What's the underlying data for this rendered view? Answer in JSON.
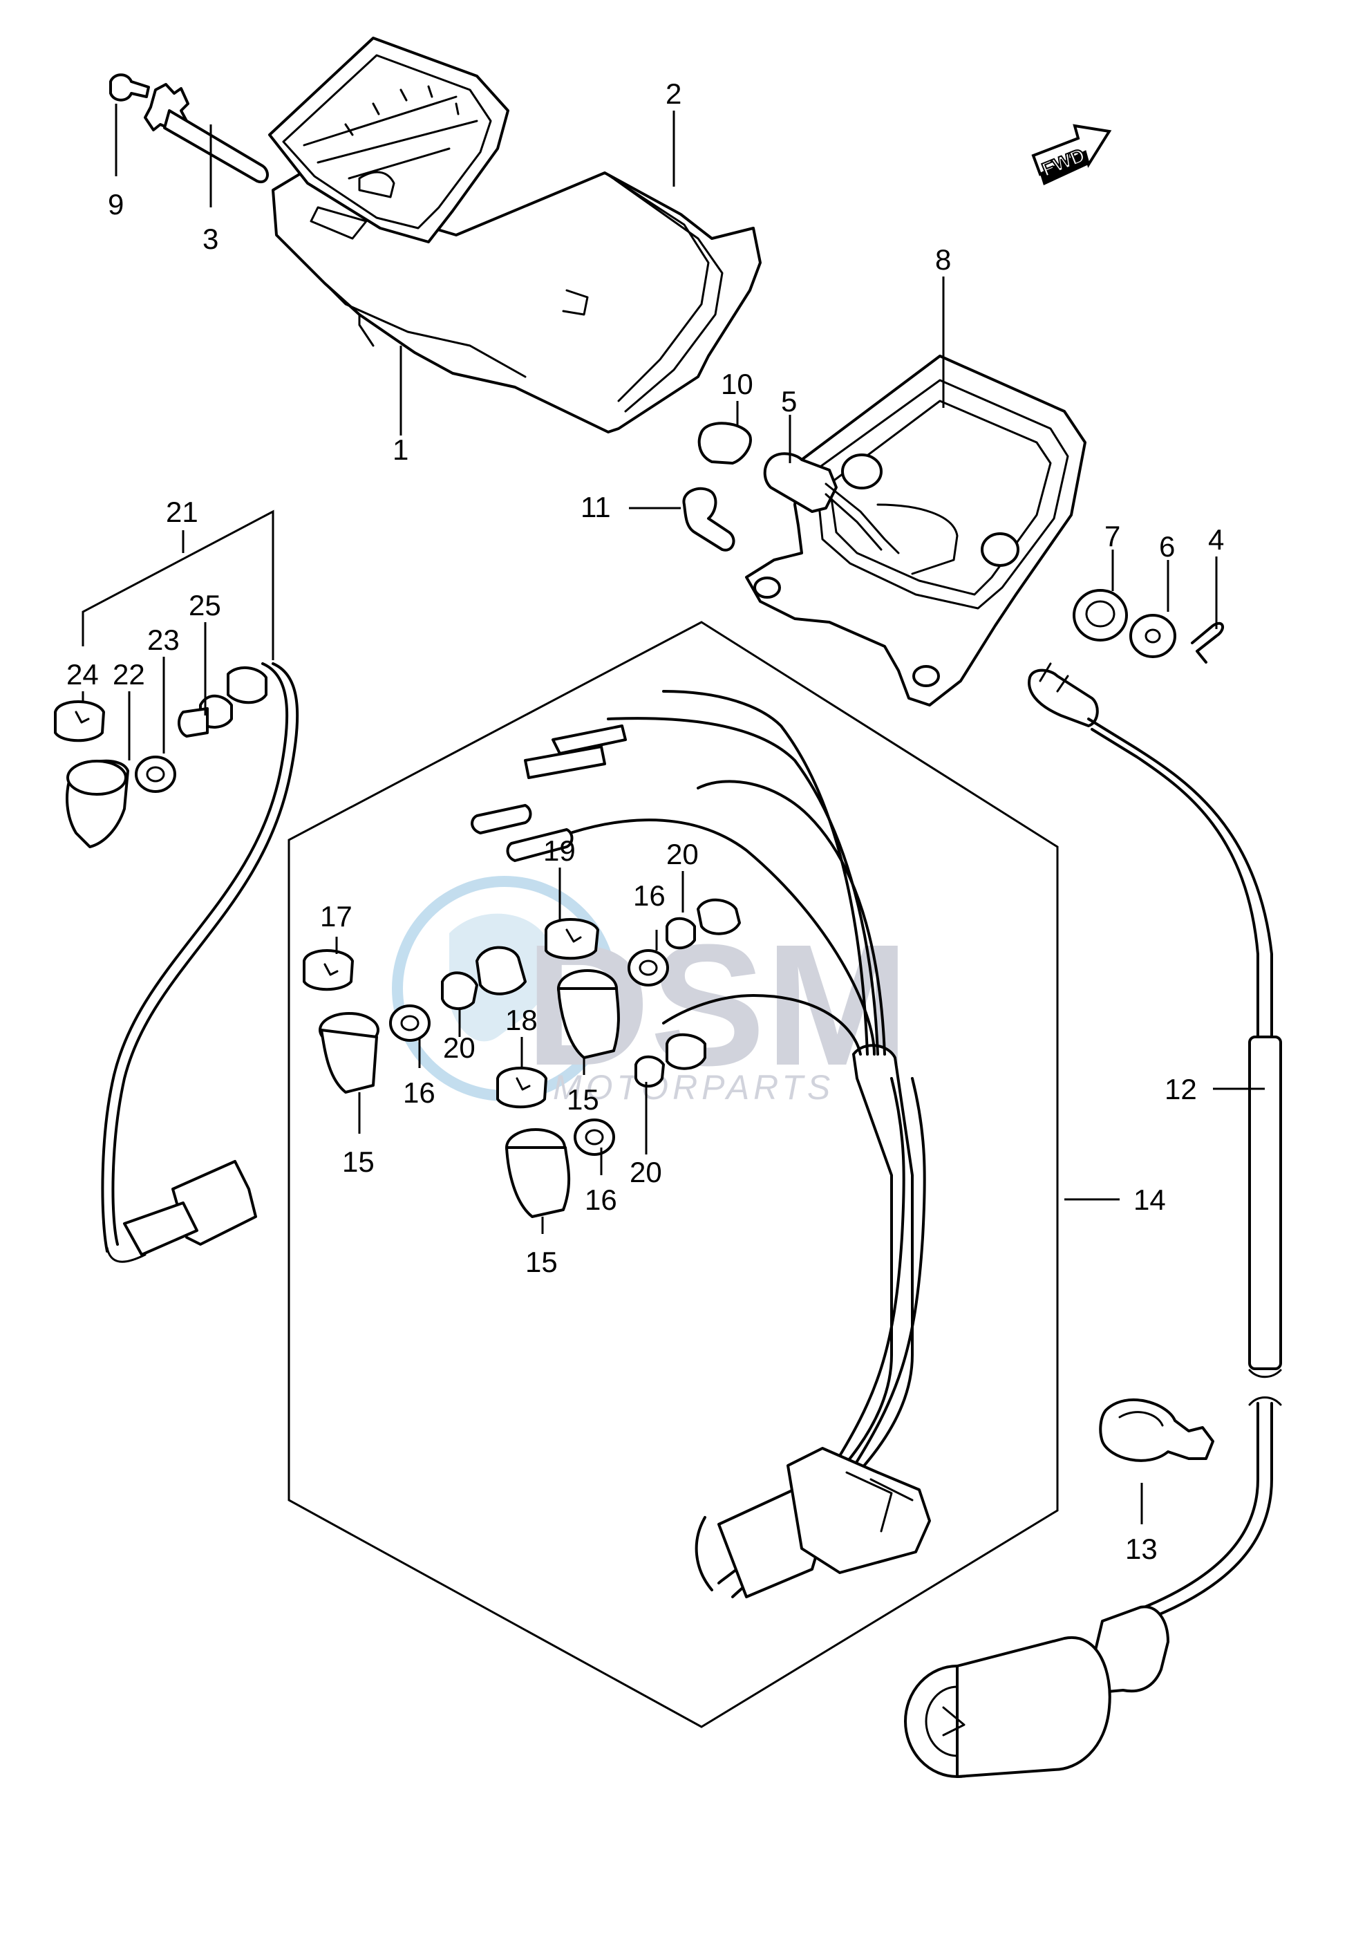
{
  "diagram": {
    "fwd_label": "FWD",
    "watermark": {
      "brand": "DSM",
      "sub": "MOTORPARTS"
    },
    "callouts": [
      {
        "id": "c1",
        "text": "1"
      },
      {
        "id": "c2",
        "text": "2"
      },
      {
        "id": "c3",
        "text": "3"
      },
      {
        "id": "c4",
        "text": "4"
      },
      {
        "id": "c5",
        "text": "5"
      },
      {
        "id": "c6",
        "text": "6"
      },
      {
        "id": "c7",
        "text": "7"
      },
      {
        "id": "c8",
        "text": "8"
      },
      {
        "id": "c9",
        "text": "9"
      },
      {
        "id": "c10",
        "text": "10"
      },
      {
        "id": "c11",
        "text": "11"
      },
      {
        "id": "c12",
        "text": "12"
      },
      {
        "id": "c13",
        "text": "13"
      },
      {
        "id": "c14",
        "text": "14"
      },
      {
        "id": "c15a",
        "text": "15"
      },
      {
        "id": "c15b",
        "text": "15"
      },
      {
        "id": "c15c",
        "text": "15"
      },
      {
        "id": "c16a",
        "text": "16"
      },
      {
        "id": "c16b",
        "text": "16"
      },
      {
        "id": "c16c",
        "text": "16"
      },
      {
        "id": "c17",
        "text": "17"
      },
      {
        "id": "c18",
        "text": "18"
      },
      {
        "id": "c19",
        "text": "19"
      },
      {
        "id": "c20a",
        "text": "20"
      },
      {
        "id": "c20b",
        "text": "20"
      },
      {
        "id": "c20c",
        "text": "20"
      },
      {
        "id": "c21",
        "text": "21"
      },
      {
        "id": "c22",
        "text": "22"
      },
      {
        "id": "c23",
        "text": "23"
      },
      {
        "id": "c24",
        "text": "24"
      },
      {
        "id": "c25",
        "text": "25"
      }
    ]
  }
}
